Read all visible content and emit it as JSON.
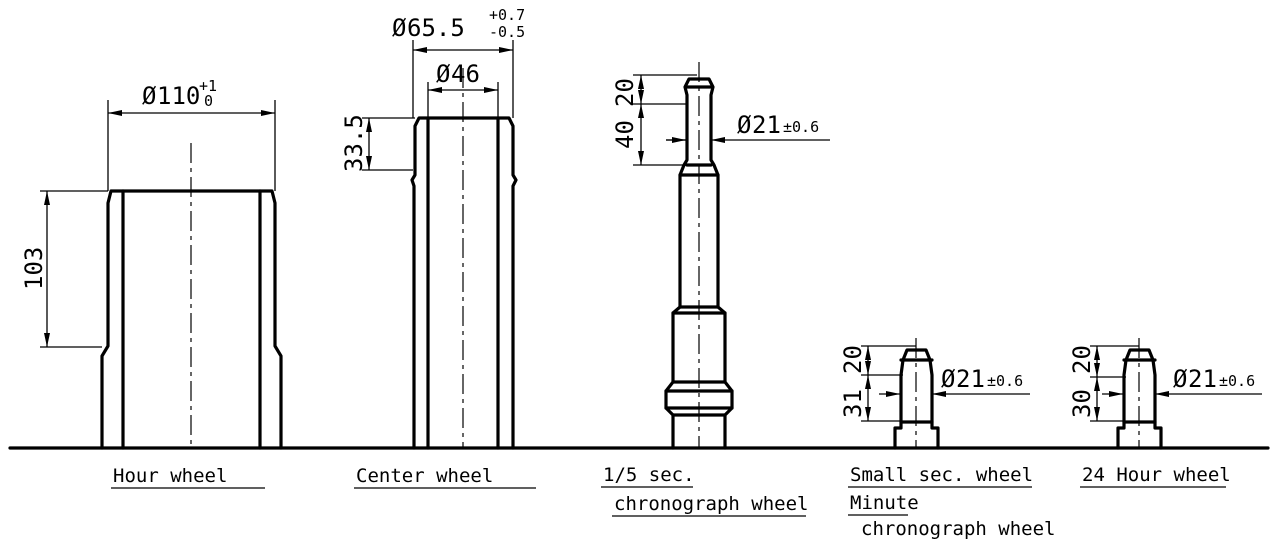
{
  "components": {
    "hour_wheel": {
      "label": "Hour wheel",
      "diameter_symbol": "Ø",
      "diameter": "110",
      "tol_upper": "+1",
      "tol_lower": "0",
      "height": "103"
    },
    "center_wheel": {
      "label": "Center wheel",
      "diameter_symbol": "Ø",
      "outer_diameter": "65.5",
      "tol_upper": "+0.7",
      "tol_lower": "-0.5",
      "inner_diameter": "46",
      "height": "33.5"
    },
    "fifth_sec_chrono_wheel": {
      "label_line1": "1/5 sec.",
      "label_line2": "chronograph wheel",
      "diameter_symbol": "Ø",
      "diameter": "21",
      "diameter_tol": "±0.6",
      "tip_height": "20",
      "shaft_height": "40"
    },
    "small_sec_wheel": {
      "label_line1": "Small sec. wheel",
      "label_line2": "Minute",
      "label_line3": "chronograph wheel",
      "diameter_symbol": "Ø",
      "diameter": "21",
      "diameter_tol": "±0.6",
      "tip_height": "20",
      "shaft_height": "31"
    },
    "hour24_wheel": {
      "label": "24 Hour wheel",
      "diameter_symbol": "Ø",
      "diameter": "21",
      "diameter_tol": "±0.6",
      "tip_height": "20",
      "shaft_height": "30"
    }
  }
}
